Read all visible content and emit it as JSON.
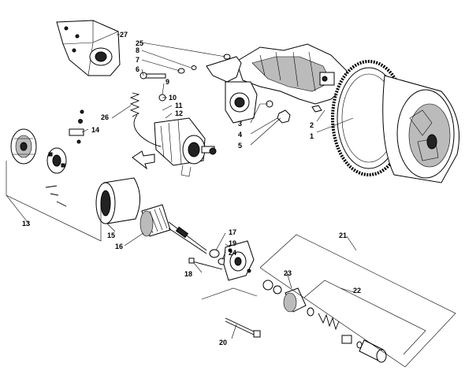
{
  "callouts": [
    {
      "id": "1",
      "label": "1"
    },
    {
      "id": "2",
      "label": "2"
    },
    {
      "id": "3",
      "label": "3"
    },
    {
      "id": "4",
      "label": "4"
    },
    {
      "id": "5",
      "label": "5"
    },
    {
      "id": "6",
      "label": "6"
    },
    {
      "id": "7",
      "label": "7"
    },
    {
      "id": "8",
      "label": "8"
    },
    {
      "id": "9",
      "label": "9"
    },
    {
      "id": "10",
      "label": "10"
    },
    {
      "id": "11",
      "label": "11"
    },
    {
      "id": "12",
      "label": "12"
    },
    {
      "id": "13",
      "label": "13"
    },
    {
      "id": "14",
      "label": "14"
    },
    {
      "id": "15",
      "label": "15"
    },
    {
      "id": "16",
      "label": "16"
    },
    {
      "id": "17",
      "label": "17"
    },
    {
      "id": "18",
      "label": "18"
    },
    {
      "id": "19",
      "label": "19"
    },
    {
      "id": "20",
      "label": "20"
    },
    {
      "id": "21",
      "label": "21"
    },
    {
      "id": "22",
      "label": "22"
    },
    {
      "id": "23",
      "label": "23"
    },
    {
      "id": "24",
      "label": "24"
    },
    {
      "id": "25",
      "label": "25"
    },
    {
      "id": "26",
      "label": "26"
    },
    {
      "id": "27",
      "label": "27"
    }
  ]
}
